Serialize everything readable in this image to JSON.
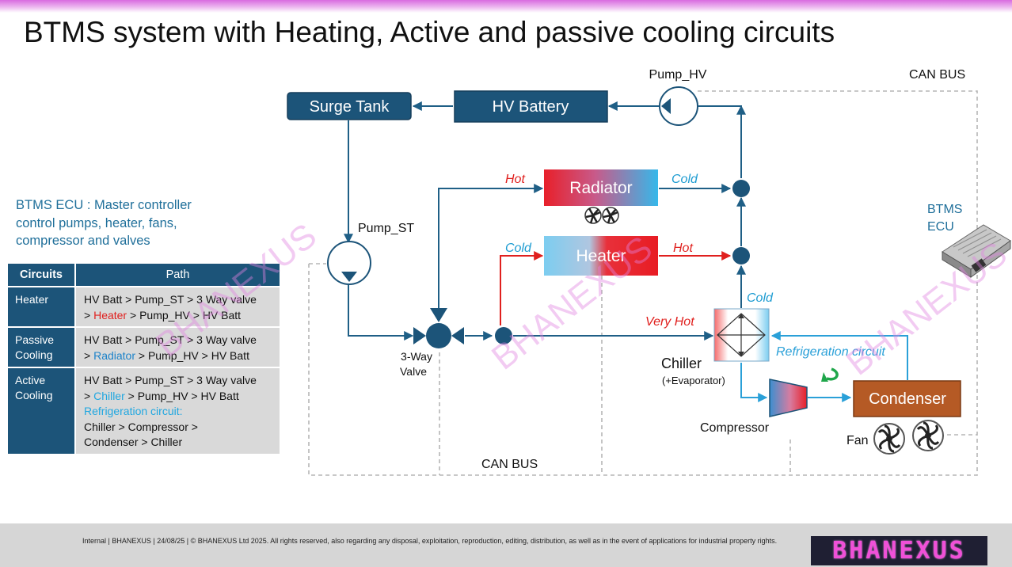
{
  "title": "BTMS system with Heating, Active and passive cooling circuits",
  "ecu_description": [
    "BTMS ECU : Master controller",
    "control pumps, heater, fans,",
    "compressor and valves"
  ],
  "table": {
    "header_circuits": "Circuits",
    "header_path": "Path",
    "heater": {
      "name": "Heater",
      "l1": "HV Batt > Pump_ST > 3 Way valve",
      "l2_pre": "> ",
      "l2_hl": "Heater",
      "l2_post": " > Pump_HV > HV Batt"
    },
    "passive": {
      "name1": "Passive",
      "name2": "Cooling",
      "l1": "HV Batt > Pump_ST > 3 Way valve",
      "l2_pre": "> ",
      "l2_hl": "Radiator",
      "l2_post": " > Pump_HV > HV Batt"
    },
    "active": {
      "name1": "Active",
      "name2": "Cooling",
      "l1": "HV Batt > Pump_ST > 3 Way valve",
      "l2_pre": "> ",
      "l2_hl": "Chiller",
      "l2_post": " > Pump_HV > HV Batt",
      "l3": "Refrigeration circuit:",
      "l4": "Chiller > Compressor >",
      "l5": "Condenser > Chiller"
    }
  },
  "diagram": {
    "surge_tank": "Surge Tank",
    "hv_battery": "HV Battery",
    "pump_hv": "Pump_HV",
    "pump_st": "Pump_ST",
    "can_bus_top": "CAN BUS",
    "can_bus_bottom": "CAN BUS",
    "radiator": "Radiator",
    "heater": "Heater",
    "hot_to_radiator": "Hot",
    "cold_from_radiator": "Cold",
    "cold_to_heater": "Cold",
    "hot_from_heater": "Hot",
    "very_hot": "Very Hot",
    "cold_from_chiller": "Cold",
    "valve_line1": "3-Way",
    "valve_line2": "Valve",
    "chiller": "Chiller",
    "evaporator": "(+Evaporator)",
    "refrigeration_circuit": "Refrigeration circuit",
    "compressor": "Compressor",
    "condenser": "Condenser",
    "fan": "Fan",
    "btms_ecu_line1": "BTMS",
    "btms_ecu_line2": "ECU"
  },
  "watermark": "BHANEXUS",
  "footer": {
    "text": "Internal  | BHANEXUS | 24/08/25 | ©  BHANEXUS Ltd 2025. All rights reserved, also regarding any disposal, exploitation, reproduction, editing, distribution, as well as in the event of applications for industrial property rights.",
    "logo": "BHANEXUS"
  },
  "colors": {
    "navy": "#1c5479",
    "pipe": "#1f5f86",
    "hot": "#e0201e",
    "cold": "#1b9bd1",
    "condenser": "#b55a25",
    "refrigeration": "#2aa0d8",
    "arrow_green": "#1fa64a",
    "logo_text": "#f050d8"
  }
}
